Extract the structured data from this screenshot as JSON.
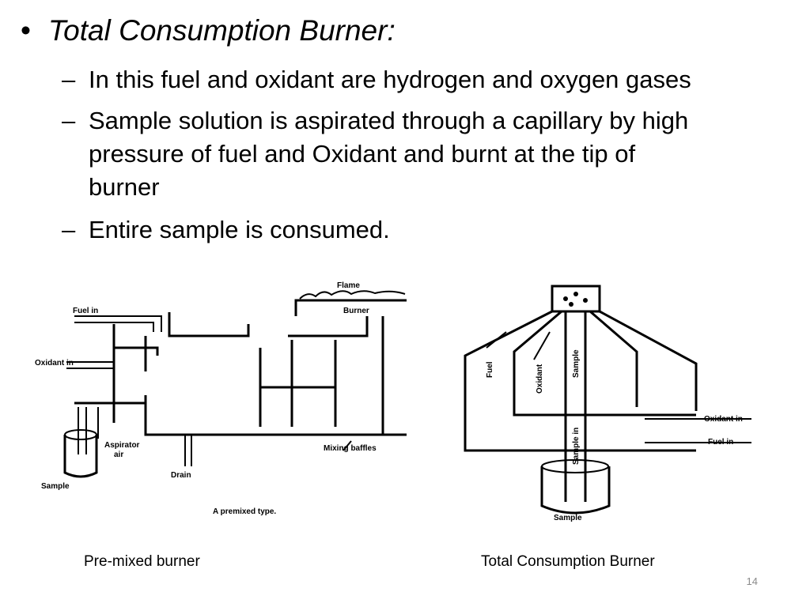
{
  "slide": {
    "main_bullet": "Total Consumption Burner:",
    "sub_bullets": [
      {
        "dash": "–",
        "lines": [
          "In this fuel and oxidant are hydrogen and oxygen gases"
        ]
      },
      {
        "dash": "–",
        "lines": [
          "Sample solution is aspirated  through a capillary by high",
          "pressure of fuel and  Oxidant and burnt at the tip of",
          "burner"
        ]
      },
      {
        "dash": "–",
        "lines": [
          "Entire sample is consumed."
        ]
      }
    ],
    "captions": {
      "left": "Pre-mixed burner",
      "right": "Total Consumption Burner"
    },
    "page_number": "14"
  },
  "premixed_diagram": {
    "labels": {
      "flame": "Flame",
      "burner": "Burner",
      "fuel_in": "Fuel in",
      "oxidant_in": "Oxidant in",
      "aspirator_air_1": "Aspirator",
      "aspirator_air_2": "air",
      "drain": "Drain",
      "mixing_baffles": "Mixing baffles",
      "sample": "Sample",
      "caption": "A premixed type."
    }
  },
  "total_diagram": {
    "labels": {
      "fuel": "Fuel",
      "oxidant": "Oxidant",
      "sample": "Sample",
      "sample_in": "Sample in",
      "oxidant_in": "Oxidant in",
      "fuel_in": "Fuel in",
      "sample_bottom": "Sample"
    }
  }
}
